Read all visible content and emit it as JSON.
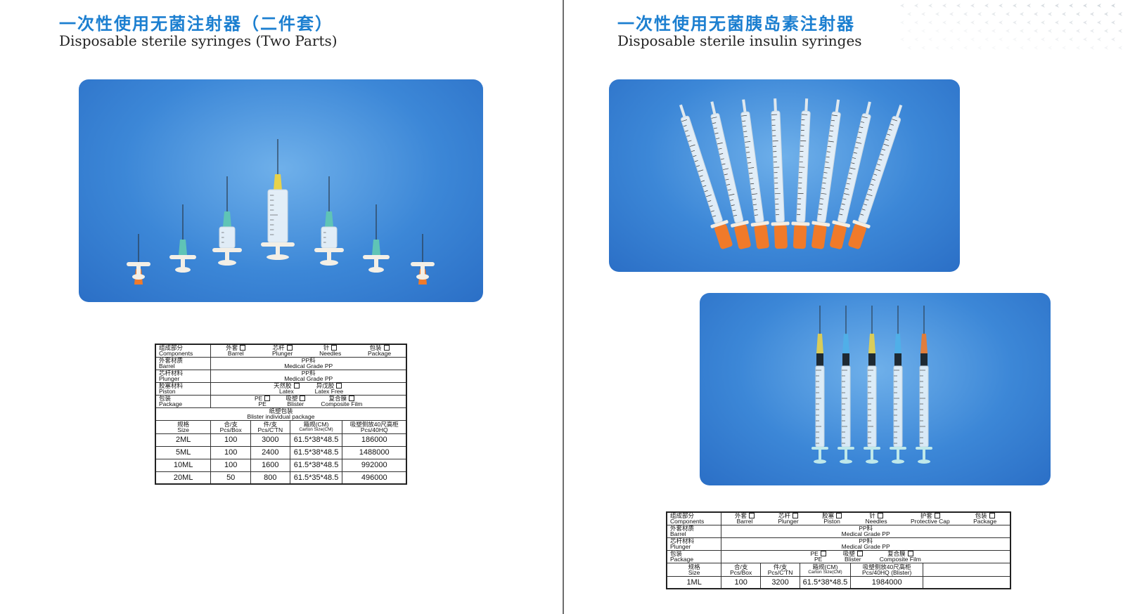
{
  "left": {
    "title_cn": "一次性使用无菌注射器（二件套）",
    "title_en": "Disposable sterile syringes (Two Parts)",
    "table": {
      "components_label": [
        "组成部分",
        "Components"
      ],
      "components": [
        [
          "外套",
          "Barrel"
        ],
        [
          "芯杆",
          "Plunger"
        ],
        [
          "针",
          "Needles"
        ],
        [
          "包装",
          "Package"
        ]
      ],
      "barrel_label": [
        "外套材质",
        "Barrel"
      ],
      "barrel_value": [
        "PP料",
        "Medical Grade PP"
      ],
      "plunger_label": [
        "芯杆材料",
        "Plunger"
      ],
      "plunger_value": [
        "PP料",
        "Medical Grade PP"
      ],
      "piston_label": [
        "胶塞材料",
        "Piston"
      ],
      "piston_options": [
        [
          "天然胶",
          "Latex"
        ],
        [
          "异戊胶",
          "Latex Free"
        ]
      ],
      "package_label": [
        "包装",
        "Package"
      ],
      "package_options": [
        [
          "PE",
          "PE"
        ],
        [
          "吸塑",
          "Blister"
        ],
        [
          "复合膜",
          "Composite Film"
        ]
      ],
      "package_note": [
        "纸塑包装",
        "Blister individual package"
      ],
      "headers": [
        [
          "规格",
          "Size"
        ],
        [
          "合/支",
          "Pcs/Box"
        ],
        [
          "件/支",
          "Pcs/C'TN"
        ],
        [
          "箱规(CM)",
          "Carton Size(CM)"
        ],
        [
          "吸塑侧放40尺高柜",
          "Pcs/40HQ"
        ]
      ],
      "rows": [
        [
          "2ML",
          "100",
          "3000",
          "61.5*38*48.5",
          "186000"
        ],
        [
          "5ML",
          "100",
          "2400",
          "61.5*38*48.5",
          "1488000"
        ],
        [
          "10ML",
          "100",
          "1600",
          "61.5*38*48.5",
          "992000"
        ],
        [
          "20ML",
          "50",
          "800",
          "61.5*35*48.5",
          "496000"
        ]
      ]
    }
  },
  "right": {
    "title_cn": "一次性使用无菌胰岛素注射器",
    "title_en": "Disposable sterile insulin syringes",
    "table": {
      "components_label": [
        "组成部分",
        "Components"
      ],
      "components": [
        [
          "外套",
          "Barrel"
        ],
        [
          "芯杆",
          "Plunger"
        ],
        [
          "胶塞",
          "Piston"
        ],
        [
          "针",
          "Needles"
        ],
        [
          "护套",
          "Protective Cap"
        ],
        [
          "包装",
          "Package"
        ]
      ],
      "barrel_label": [
        "外套材质",
        "Barrel"
      ],
      "barrel_value": [
        "PP料",
        "Medical Grade PP"
      ],
      "plunger_label": [
        "芯杆材料",
        "Plunger"
      ],
      "plunger_value": [
        "PP料",
        "Medical Grade PP"
      ],
      "package_label": [
        "包装",
        "Package"
      ],
      "package_options": [
        [
          "PE",
          "PE"
        ],
        [
          "吸塑",
          "Blister"
        ],
        [
          "复合膜",
          "Composite Film"
        ]
      ],
      "headers": [
        [
          "规格",
          "Size"
        ],
        [
          "合/支",
          "Pcs/Box"
        ],
        [
          "件/支",
          "Pcs/C'TN"
        ],
        [
          "箱规(CM)",
          "Carton Size(CM)"
        ],
        [
          "吸塑侧放40尺高柜",
          "Pcs/40HQ (Blister)"
        ]
      ],
      "rows": [
        [
          "1ML",
          "100",
          "3200",
          "61.5*38*48.5",
          "1984000"
        ]
      ]
    }
  },
  "colors": {
    "title_blue": "#1c7fd0",
    "photo_blue": "#3c87d7",
    "hub_orange": "#f07a2a",
    "hub_green": "#5fc4b6",
    "hub_yellow": "#e8d24a"
  }
}
